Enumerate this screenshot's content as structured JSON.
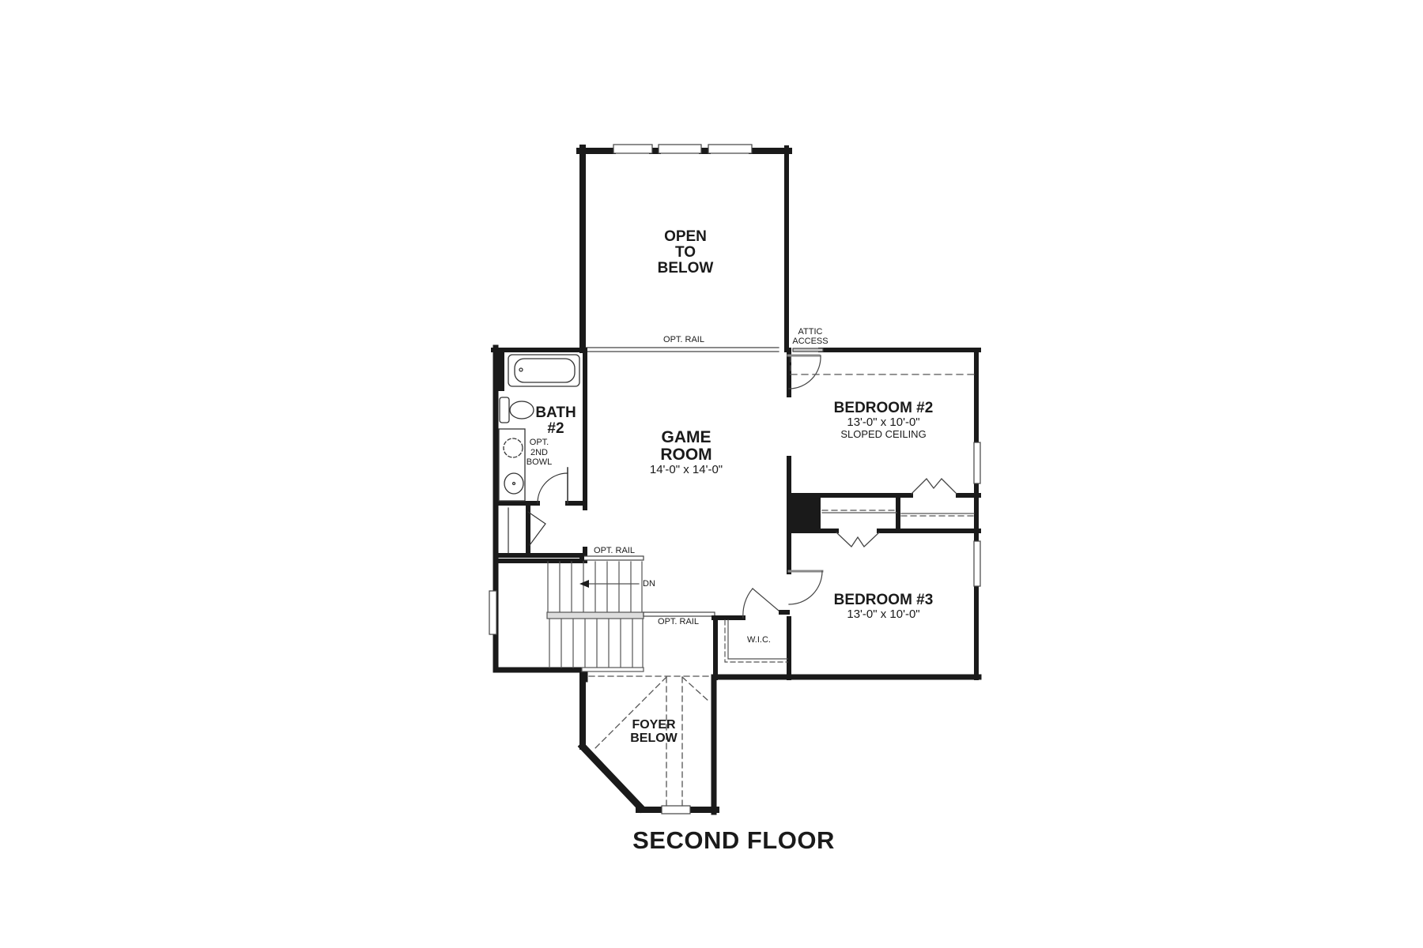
{
  "plan": {
    "title": "SECOND FLOOR",
    "rooms": {
      "open_to_below": {
        "line1": "OPEN",
        "line2": "TO",
        "line3": "BELOW"
      },
      "game_room": {
        "line1": "GAME",
        "line2": "ROOM",
        "dimensions": "14'-0\" x 14'-0\""
      },
      "bath2": {
        "line1": "BATH",
        "line2": "#2",
        "opt_line1": "OPT.",
        "opt_line2": "2ND",
        "opt_line3": "BOWL"
      },
      "bedroom2": {
        "name": "BEDROOM #2",
        "dimensions": "13'-0\" x 10'-0\"",
        "note": "SLOPED CEILING"
      },
      "bedroom3": {
        "name": "BEDROOM #3",
        "dimensions": "13'-0\" x 10'-0\""
      },
      "wic": {
        "name": "W.I.C."
      },
      "foyer_below": {
        "line1": "FOYER",
        "line2": "BELOW"
      }
    },
    "annotations": {
      "opt_rail_top": "OPT. RAIL",
      "opt_rail_stair_top": "OPT. RAIL",
      "opt_rail_stair_bottom": "OPT. RAIL",
      "attic_line1": "ATTIC",
      "attic_line2": "ACCESS",
      "stair_direction": "DN"
    },
    "colors": {
      "wall": "#1a1a1a",
      "background": "#ffffff",
      "thin_line": "#555555"
    }
  }
}
